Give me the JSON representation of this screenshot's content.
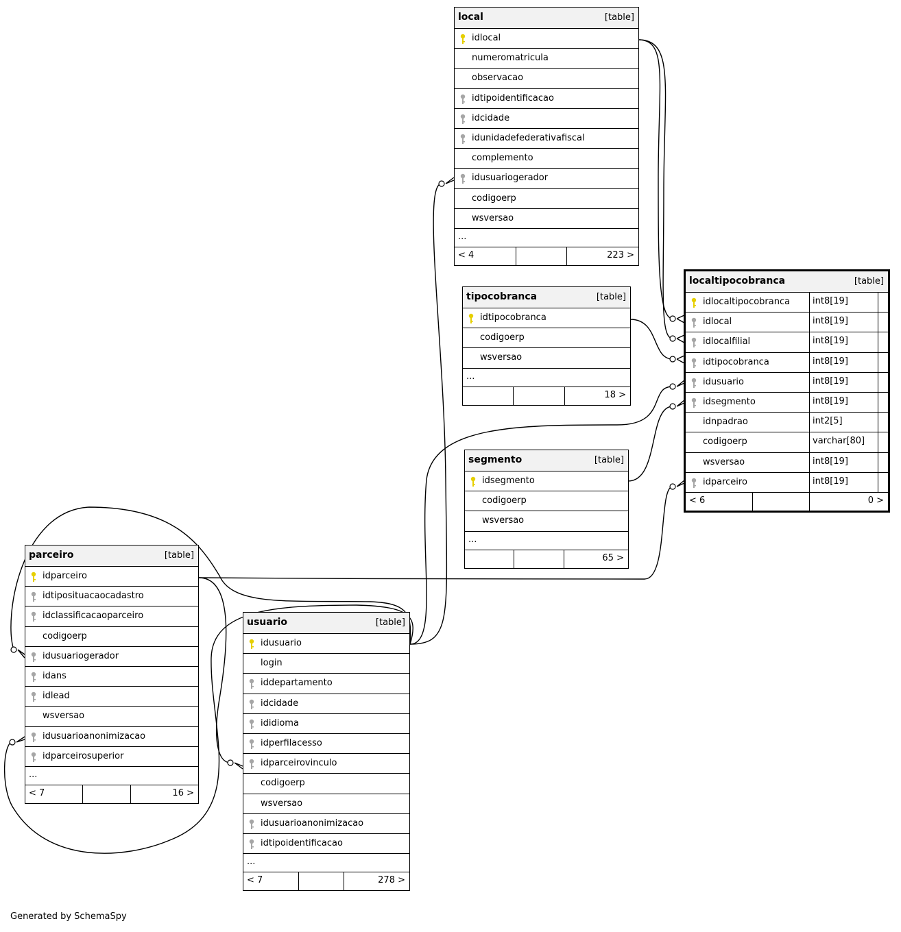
{
  "footer_text": "Generated by SchemaSpy",
  "key_colors": {
    "primary": "#e6cf00",
    "foreign": "#a6a6a6"
  },
  "tables": {
    "local": {
      "name": "local",
      "type": "[table]",
      "columns": [
        {
          "name": "idlocal",
          "key": "pk"
        },
        {
          "name": "numeromatricula",
          "key": ""
        },
        {
          "name": "observacao",
          "key": ""
        },
        {
          "name": "idtipoidentificacao",
          "key": "fk"
        },
        {
          "name": "idcidade",
          "key": "fk"
        },
        {
          "name": "idunidadefederativafiscal",
          "key": "fk"
        },
        {
          "name": "complemento",
          "key": ""
        },
        {
          "name": "idusuariogerador",
          "key": "fk"
        },
        {
          "name": "codigoerp",
          "key": ""
        },
        {
          "name": "wsversao",
          "key": ""
        }
      ],
      "ellipsis": "...",
      "parents": "< 4",
      "children": "223 >"
    },
    "tipocobranca": {
      "name": "tipocobranca",
      "type": "[table]",
      "columns": [
        {
          "name": "idtipocobranca",
          "key": "pk"
        },
        {
          "name": "codigoerp",
          "key": ""
        },
        {
          "name": "wsversao",
          "key": ""
        }
      ],
      "ellipsis": "...",
      "parents": "",
      "children": "18 >"
    },
    "segmento": {
      "name": "segmento",
      "type": "[table]",
      "columns": [
        {
          "name": "idsegmento",
          "key": "pk"
        },
        {
          "name": "codigoerp",
          "key": ""
        },
        {
          "name": "wsversao",
          "key": ""
        }
      ],
      "ellipsis": "...",
      "parents": "",
      "children": "65 >"
    },
    "localtipocobranca": {
      "name": "localtipocobranca",
      "type": "[table]",
      "columns": [
        {
          "name": "idlocaltipocobranca",
          "key": "pk",
          "dtype": "int8[19]"
        },
        {
          "name": "idlocal",
          "key": "fk",
          "dtype": "int8[19]"
        },
        {
          "name": "idlocalfilial",
          "key": "fk",
          "dtype": "int8[19]"
        },
        {
          "name": "idtipocobranca",
          "key": "fk",
          "dtype": "int8[19]"
        },
        {
          "name": "idusuario",
          "key": "fk",
          "dtype": "int8[19]"
        },
        {
          "name": "idsegmento",
          "key": "fk",
          "dtype": "int8[19]"
        },
        {
          "name": "idnpadrao",
          "key": "",
          "dtype": "int2[5]"
        },
        {
          "name": "codigoerp",
          "key": "",
          "dtype": "varchar[80]"
        },
        {
          "name": "wsversao",
          "key": "",
          "dtype": "int8[19]"
        },
        {
          "name": "idparceiro",
          "key": "fk",
          "dtype": "int8[19]"
        }
      ],
      "parents": "< 6",
      "children": "0 >"
    },
    "parceiro": {
      "name": "parceiro",
      "type": "[table]",
      "columns": [
        {
          "name": "idparceiro",
          "key": "pk"
        },
        {
          "name": "idtiposituacaocadastro",
          "key": "fk"
        },
        {
          "name": "idclassificacaoparceiro",
          "key": "fk"
        },
        {
          "name": "codigoerp",
          "key": ""
        },
        {
          "name": "idusuariogerador",
          "key": "fk"
        },
        {
          "name": "idans",
          "key": "fk"
        },
        {
          "name": "idlead",
          "key": "fk"
        },
        {
          "name": "wsversao",
          "key": ""
        },
        {
          "name": "idusuarioanonimizacao",
          "key": "fk"
        },
        {
          "name": "idparceirosuperior",
          "key": "fk"
        }
      ],
      "ellipsis": "...",
      "parents": "< 7",
      "children": "16 >"
    },
    "usuario": {
      "name": "usuario",
      "type": "[table]",
      "columns": [
        {
          "name": "idusuario",
          "key": "pk"
        },
        {
          "name": "login",
          "key": ""
        },
        {
          "name": "iddepartamento",
          "key": "fk"
        },
        {
          "name": "idcidade",
          "key": "fk"
        },
        {
          "name": "ididioma",
          "key": "fk"
        },
        {
          "name": "idperfilacesso",
          "key": "fk"
        },
        {
          "name": "idparceirovinculo",
          "key": "fk"
        },
        {
          "name": "codigoerp",
          "key": ""
        },
        {
          "name": "wsversao",
          "key": ""
        },
        {
          "name": "idusuarioanonimizacao",
          "key": "fk"
        },
        {
          "name": "idtipoidentificacao",
          "key": "fk"
        }
      ],
      "ellipsis": "...",
      "parents": "< 7",
      "children": "278 >"
    }
  }
}
